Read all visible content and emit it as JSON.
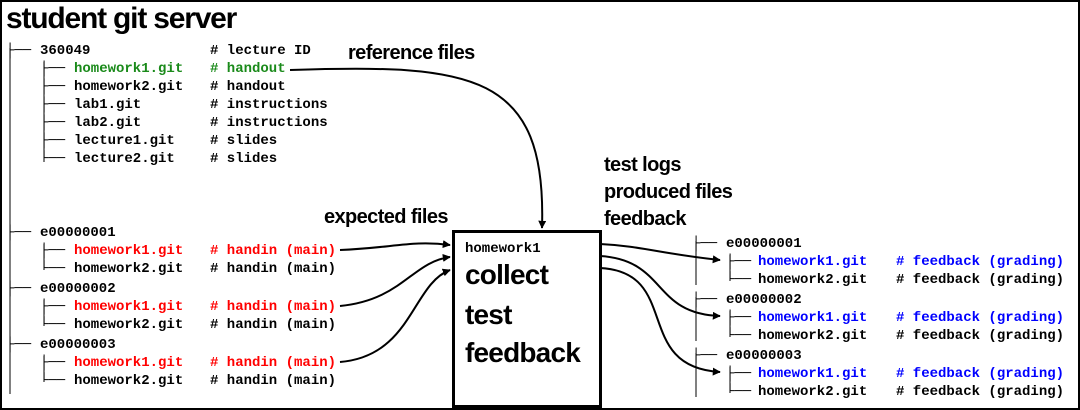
{
  "title": "student git server",
  "colors": {
    "reference": "#1a8a1a",
    "expected": "#ff0000",
    "produced": "#0000ff",
    "text": "#000000"
  },
  "lecture": {
    "id": "360049",
    "comment": "# lecture ID",
    "repos": [
      {
        "tree": "├──",
        "name": "homework1.git",
        "comment": "# handout",
        "color": "#1a8a1a"
      },
      {
        "tree": "├──",
        "name": "homework2.git",
        "comment": "# handout",
        "color": "#000000"
      },
      {
        "tree": "├──",
        "name": "lab1.git",
        "comment": "# instructions",
        "color": "#000000"
      },
      {
        "tree": "├──",
        "name": "lab2.git",
        "comment": "# instructions",
        "color": "#000000"
      },
      {
        "tree": "├──",
        "name": "lecture1.git",
        "comment": "# slides",
        "color": "#000000"
      },
      {
        "tree": "└──",
        "name": "lecture2.git",
        "comment": "# slides",
        "color": "#000000"
      }
    ]
  },
  "students": [
    {
      "id": "e00000001",
      "repos": [
        {
          "tree": "├──",
          "name": "homework1.git",
          "comment": "# handin (main)",
          "color": "#ff0000"
        },
        {
          "tree": "└──",
          "name": "homework2.git",
          "comment": "# handin (main)",
          "color": "#000000"
        }
      ]
    },
    {
      "id": "e00000002",
      "repos": [
        {
          "tree": "├──",
          "name": "homework1.git",
          "comment": "# handin (main)",
          "color": "#ff0000"
        },
        {
          "tree": "└──",
          "name": "homework2.git",
          "comment": "# handin (main)",
          "color": "#000000"
        }
      ]
    },
    {
      "id": "e00000003",
      "repos": [
        {
          "tree": "├──",
          "name": "homework1.git",
          "comment": "# handin (main)",
          "color": "#ff0000"
        },
        {
          "tree": "└──",
          "name": "homework2.git",
          "comment": "# handin (main)",
          "color": "#000000"
        }
      ]
    }
  ],
  "feedback": [
    {
      "id": "e00000001",
      "repos": [
        {
          "tree": "├──",
          "name": "homework1.git",
          "comment": "# feedback (grading)",
          "color": "#0000ff"
        },
        {
          "tree": "└──",
          "name": "homework2.git",
          "comment": "# feedback (grading)",
          "color": "#000000"
        }
      ]
    },
    {
      "id": "e00000002",
      "repos": [
        {
          "tree": "├──",
          "name": "homework1.git",
          "comment": "# feedback (grading)",
          "color": "#0000ff"
        },
        {
          "tree": "└──",
          "name": "homework2.git",
          "comment": "# feedback (grading)",
          "color": "#000000"
        }
      ]
    },
    {
      "id": "e00000003",
      "repos": [
        {
          "tree": "├──",
          "name": "homework1.git",
          "comment": "# feedback (grading)",
          "color": "#0000ff"
        },
        {
          "tree": "└──",
          "name": "homework2.git",
          "comment": "# feedback (grading)",
          "color": "#000000"
        }
      ]
    }
  ],
  "labels": {
    "reference": "reference files",
    "expected": "expected files",
    "produced": [
      "test logs",
      "produced files",
      "feedback"
    ]
  },
  "box": {
    "id": "homework1",
    "steps": [
      "collect",
      "test",
      "feedback"
    ]
  },
  "tree_glyphs": {
    "branch": "├──",
    "last": "└──",
    "pipe": "│"
  }
}
